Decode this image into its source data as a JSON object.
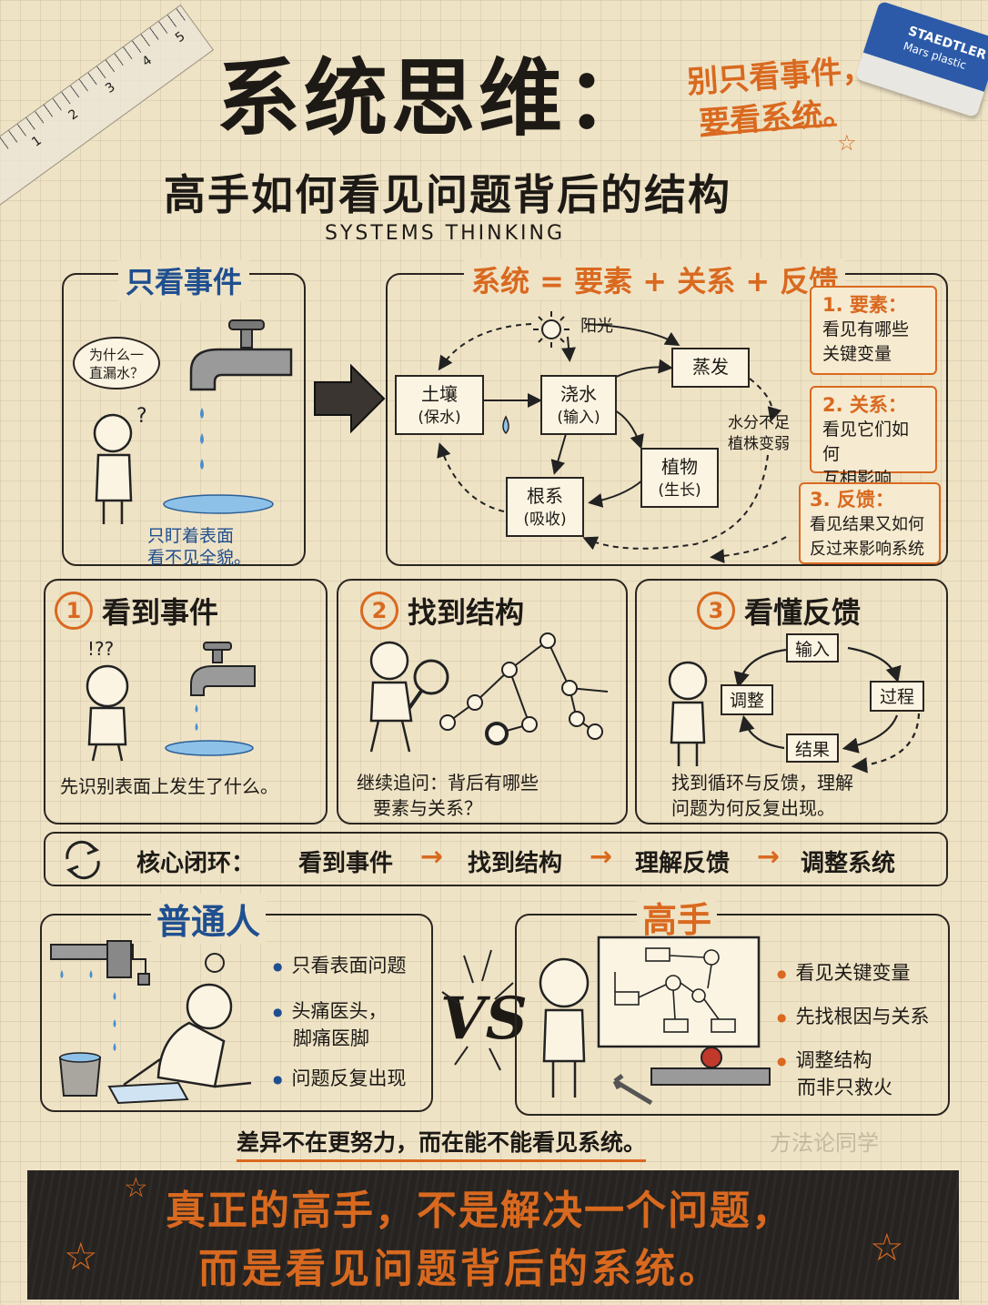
{
  "header": {
    "title": "系统思维：",
    "subtitle": "高手如何看见问题背后的结构",
    "english": "SYSTEMS THINKING",
    "tagline_line1": "别只看事件，",
    "tagline_line2": "要看系统。",
    "eraser_brand": "STAEDTLER",
    "eraser_model": "Mars plastic",
    "ruler_ticks": [
      "1",
      "2",
      "3",
      "4",
      "5"
    ]
  },
  "events_panel": {
    "title": "只看事件",
    "bubble": "为什么一直漏水？",
    "caption_line1": "只盯着表面",
    "caption_line2": "看不见全貌。"
  },
  "system_panel": {
    "title": "系统 = 要素 + 关系 + 反馈",
    "sun_label": "阳光",
    "nodes": {
      "soil": "土壤",
      "soil_sub": "(保水)",
      "water": "浇水",
      "water_sub": "(输入)",
      "evap": "蒸发",
      "plant": "植物",
      "plant_sub": "(生长)",
      "root": "根系",
      "root_sub": "(吸收)"
    },
    "note_line1": "水分不足",
    "note_line2": "植株变弱",
    "sidebar": [
      {
        "title": "1. 要素：",
        "line1": "看见有哪些",
        "line2": "关键变量"
      },
      {
        "title": "2. 关系：",
        "line1": "看见它们如何",
        "line2": "互相影响"
      },
      {
        "title": "3. 反馈：",
        "line1": "看见结果又如何",
        "line2": "反过来影响系统"
      }
    ]
  },
  "steps": [
    {
      "num": "1",
      "title": "看到事件",
      "caption_line1": "先识别表面上发生了什么。",
      "caption_line2": ""
    },
    {
      "num": "2",
      "title": "找到结构",
      "caption_line1": "继续追问：背后有哪些",
      "caption_line2": "要素与关系？"
    },
    {
      "num": "3",
      "title": "看懂反馈",
      "caption_line1": "找到循环与反馈，理解",
      "caption_line2": "问题为何反复出现。",
      "loop": {
        "input": "输入",
        "process": "过程",
        "result": "结果",
        "adjust": "调整"
      }
    }
  ],
  "core_loop": {
    "label": "核心闭环：",
    "items": [
      "看到事件",
      "找到结构",
      "理解反馈",
      "调整系统"
    ]
  },
  "compare": {
    "ordinary_title": "普通人",
    "ordinary_points": [
      "只看表面问题",
      "头痛医头，",
      "脚痛医脚",
      "问题反复出现"
    ],
    "vs": "VS",
    "expert_title": "高手",
    "expert_points": [
      "看见关键变量",
      "先找根因与关系",
      "调整结构",
      "而非只救火"
    ]
  },
  "summary": "差异不在更努力，而在能不能看见系统。",
  "watermark": "方法论同学",
  "footer": {
    "line1": "真正的高手，不是解决一个问题，",
    "line2": "而是看见问题背后的系统。"
  },
  "colors": {
    "accent": "#d9691f",
    "blue": "#1f4f8f",
    "ink": "#1d1a16",
    "paper": "#efe3c6",
    "chalk": "#262320"
  }
}
